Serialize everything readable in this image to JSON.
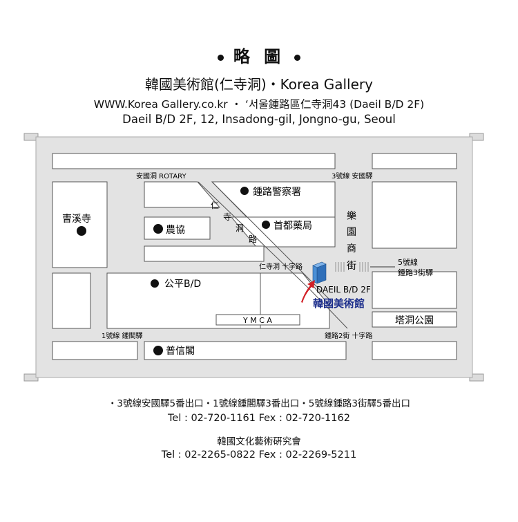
{
  "header": {
    "title": "略 圖",
    "gallery_name": "韓國美術館(仁寺洞)・Korea Gallery",
    "address_line_1": "WWW.Korea Gallery.co.kr ・ ‘서울鍾路區仁寺洞43 (Daeil B/D 2F)",
    "address_line_2": "Daeil B/D 2F, 12, Insadong-gil, Jongno-gu, Seoul"
  },
  "map": {
    "road_labels": {
      "anguk_rotary": "安國洞 ROTARY",
      "line3_anguk": "3號線 安國驛",
      "line5_jongno3": [
        "5號線",
        "鍾路3街驛"
      ],
      "insadong_intersection": "仁寺洞 十字路",
      "line1_jonggak": "1號線 鍾閣驛",
      "jongno2_intersection": "鍾路2街 十字路",
      "insadong_road": [
        "仁",
        "寺",
        "洞",
        "路"
      ],
      "nagwon_arcade": [
        "樂",
        "園",
        "商",
        "街"
      ]
    },
    "landmarks": {
      "jongno_police": "鍾路警察署",
      "jogyesa": "曺溪寺",
      "nonghyup": "農協",
      "capital_pharmacy": "首都藥局",
      "gongpyeong": "公平B/D",
      "bosingak": "普信閣",
      "ymca": "Y M C A",
      "pagoda_park": "塔洞公園"
    },
    "destination": {
      "building": "DAEIL B/D 2F",
      "name": "韓國美術館"
    },
    "colors": {
      "background": "#e3e3e3",
      "block": "#ffffff",
      "outline": "#555555",
      "building": "#4a8fd6",
      "arrow": "#d21f26",
      "label_blue": "#1d2f8c"
    }
  },
  "footer": {
    "subway_exits": "・3號線安國驛5番出口・1號線鍾閣驛3番出口・5號線鍾路3街驛5番出口",
    "gallery_phone": "Tel : 02-720-1161   Fex : 02-720-1162",
    "institute_name": "韓國文化藝術硏究會",
    "institute_phone": "Tel : 02-2265-0822   Fex : 02-2269-5211"
  }
}
